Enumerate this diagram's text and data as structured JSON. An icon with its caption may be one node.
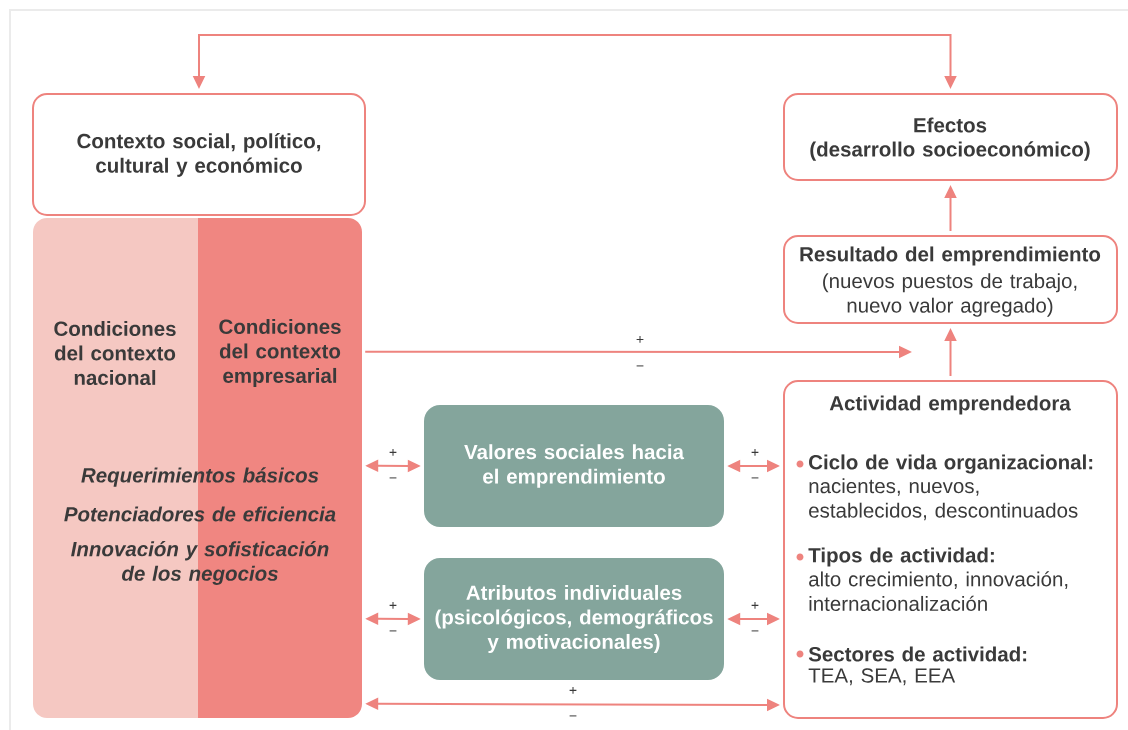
{
  "diagram": {
    "nodes": [
      {
        "text": [
          "Contexto social, político, cultural y económico"
        ]
      },
      {
        "text": [
          "Efectos",
          "(desarrollo socioeconómico)"
        ]
      },
      {
        "text": [
          "Resultado del emprendimiento",
          "(nuevos puestos de trabajo, nuevo valor agregado)"
        ]
      },
      {
        "text": [
          "Condiciones del contexto nacional"
        ]
      },
      {
        "text": [
          "Condiciones del contexto empresarial"
        ]
      },
      {
        "text": [
          "Valores sociales hacia el emprendimiento"
        ]
      },
      {
        "text": [
          "Atributos individuales (psicológicos, demográficos y motivacionales)"
        ]
      },
      {
        "text": [
          "Actividad emprendedora",
          "Ciclo de vida organizacional:",
          "nacientes, nuevos, establecidos, descontinuados",
          "Tipos de actividad:",
          "alto crecimiento, innovación, internacionalización",
          "Sectores de actividad:",
          "TEA, SEA, EEA"
        ]
      }
    ],
    "edges": [
      {
        "from": 0,
        "to": 1,
        "arrow": "both"
      },
      {
        "from": 2,
        "to": 1,
        "arrow": "to"
      },
      {
        "from": 7,
        "to": 2,
        "arrow": "to"
      },
      {
        "from": 4,
        "to": null,
        "arrow": "to",
        "label": "+"
      },
      {
        "from": 4,
        "to": 5,
        "arrow": "both",
        "label": "+"
      },
      {
        "from": 5,
        "to": 7,
        "arrow": "both",
        "label": "+"
      },
      {
        "from": 4,
        "to": 6,
        "arrow": "both",
        "label": "+"
      },
      {
        "from": 6,
        "to": 7,
        "arrow": "both",
        "label": "+"
      },
      {
        "from": 4,
        "to": 7,
        "arrow": "both",
        "label": "+"
      }
    ],
    "labels": [
      "Requerimientos básicos",
      "Potenciadores de eficiencia",
      "Innovación y sofisticación de los negocios",
      "−",
      "−",
      "−",
      "−",
      "−",
      "−"
    ]
  }
}
